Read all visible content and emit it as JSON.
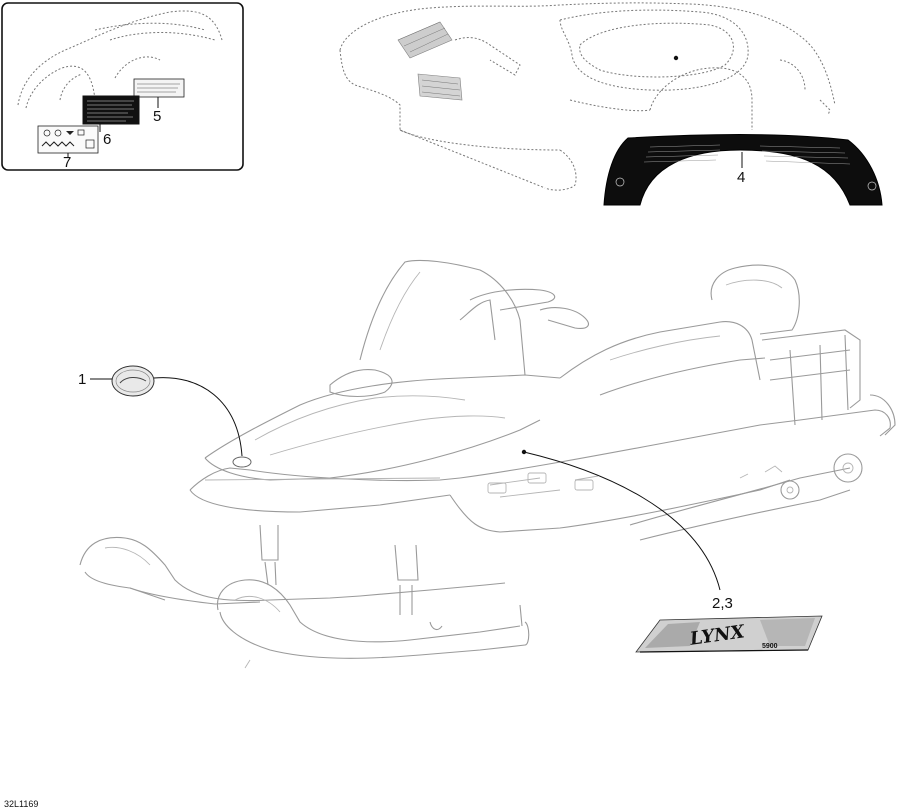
{
  "drawing_code": "32L1169",
  "callouts": {
    "c1": "1",
    "c23": "2,3",
    "c4": "4",
    "c5": "5",
    "c6": "6",
    "c7": "7"
  },
  "decals": {
    "lynx_logo": "LYNX",
    "lynx_sub": "5900"
  }
}
